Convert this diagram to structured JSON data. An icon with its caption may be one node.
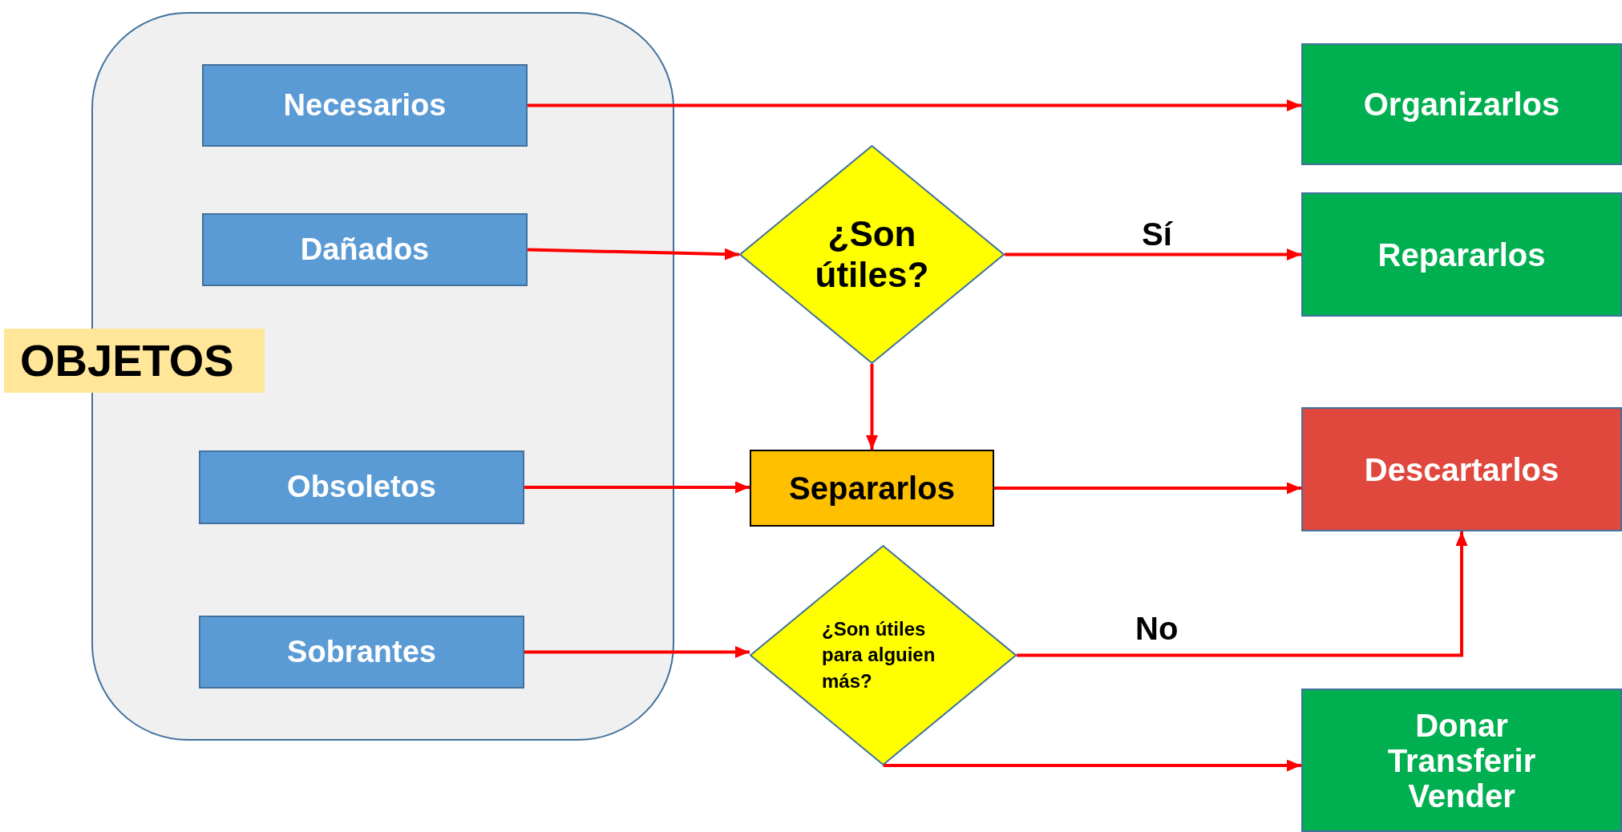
{
  "diagram": {
    "nodes": [
      {
        "text": [
          "OBJETOS"
        ]
      },
      {
        "text": [
          "Necesarios"
        ],
        "in": 0
      },
      {
        "text": [
          "Dañados"
        ],
        "in": 0
      },
      {
        "text": [
          "Obsoletos"
        ],
        "in": 0
      },
      {
        "text": [
          "Sobrantes"
        ],
        "in": 0
      },
      {
        "text": [
          "Organizarlos"
        ]
      },
      {
        "text": [
          "¿Son útiles?"
        ]
      },
      {
        "text": [
          "Repararlos"
        ]
      },
      {
        "text": [
          "Separarlos"
        ]
      },
      {
        "text": [
          "Descartarlos"
        ]
      },
      {
        "text": [
          "¿Son útiles para alguien más?"
        ]
      },
      {
        "text": [
          "Donar",
          "Transferir",
          "Vender"
        ]
      }
    ],
    "edges": [
      {
        "from": 1,
        "to": 5,
        "arrow": "to"
      },
      {
        "from": 2,
        "to": 6,
        "arrow": "to"
      },
      {
        "from": 6,
        "to": 7,
        "arrow": "to",
        "label": "Sí"
      },
      {
        "from": 6,
        "to": 8,
        "arrow": "to"
      },
      {
        "from": 3,
        "to": 8,
        "arrow": "to"
      },
      {
        "from": 8,
        "to": 9,
        "arrow": "to"
      },
      {
        "from": 4,
        "to": 10,
        "arrow": "to"
      },
      {
        "from": 10,
        "to": 9,
        "arrow": "to",
        "label": "No"
      },
      {
        "from": 10,
        "to": 11,
        "arrow": "to"
      }
    ]
  }
}
